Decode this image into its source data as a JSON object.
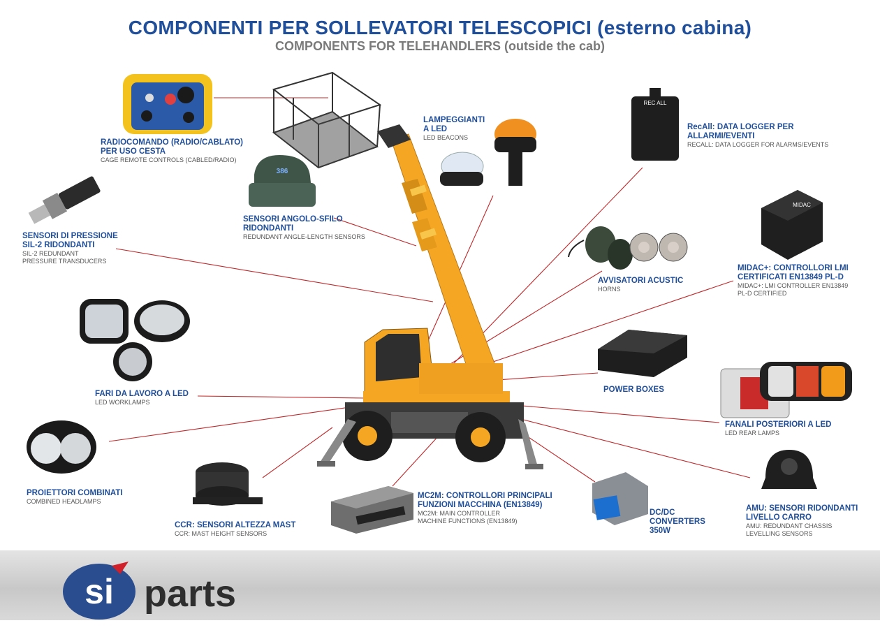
{
  "header": {
    "title_it": "COMPONENTI PER SOLLEVATORI TELESCOPICI (esterno cabina)",
    "title_en": "COMPONENTS FOR TELEHANDLERS (outside the cab)"
  },
  "labels": {
    "radio": {
      "it": [
        "RADIOCOMANDO (RADIO/CABLATO)",
        "PER USO CESTA"
      ],
      "en": [
        "CAGE REMOTE CONTROLS (CABLED/RADIO)"
      ]
    },
    "beacons": {
      "it": [
        "LAMPEGGIANTI",
        "A LED"
      ],
      "en": [
        "LED BEACONS"
      ]
    },
    "recall": {
      "it": [
        "RecAll: DATA LOGGER PER",
        "ALLARMI/EVENTI"
      ],
      "en": [
        "RecAll: DATA LOGGER FOR ALARMS/EVENTS"
      ]
    },
    "angle": {
      "it": [
        "SENSORI ANGOLO-SFILO",
        "RIDONDANTI"
      ],
      "en": [
        "REDUNDANT ANGLE-LENGTH SENSORS"
      ]
    },
    "pressure": {
      "it": [
        "SENSORI DI PRESSIONE",
        "SIL-2 RIDONDANTI"
      ],
      "en": [
        "SIL-2 REDUNDANT",
        "PRESSURE TRANSDUCERS"
      ]
    },
    "horns": {
      "it": [
        "AVVISATORI ACUSTIC"
      ],
      "en": [
        "HORNS"
      ]
    },
    "midac": {
      "it": [
        "MIDAC+: CONTROLLORI LMI",
        "CERTIFICATI EN13849 PL-D"
      ],
      "en": [
        "MIDAC+: LMI CONTROLLER EN13849",
        "PL-D CERTIFIED"
      ]
    },
    "worklamps": {
      "it": [
        "FARI DA LAVORO A LED"
      ],
      "en": [
        "LED WORKLAMPS"
      ]
    },
    "powerbox": {
      "it": [
        "POWER BOXES"
      ],
      "en": []
    },
    "rearlamps": {
      "it": [
        "FANALI POSTERIORI A LED"
      ],
      "en": [
        "LED REAR LAMPS"
      ]
    },
    "headlamps": {
      "it": [
        "PROIETTORI COMBINATI"
      ],
      "en": [
        "COMBINED HEADLAMPS"
      ]
    },
    "ccr": {
      "it": [
        "CCR: SENSORI ALTEZZA MAST"
      ],
      "en": [
        "CCR: MAST HEIGHT SENSORS"
      ]
    },
    "mc2m": {
      "it": [
        "MC2M: CONTROLLORI PRINCIPALI",
        "FUNZIONI MACCHINA (EN13849)"
      ],
      "en": [
        "MC2M: MAIN CONTROLLER",
        "MACHINE FUNCTIONS (EN13849)"
      ]
    },
    "dcdc": {
      "it": [
        "DC/DC",
        "CONVERTERS",
        "350W"
      ],
      "en": []
    },
    "amu": {
      "it": [
        "AMU: SENSORI RIDONDANTI",
        "LIVELLO CARRO"
      ],
      "en": [
        "AMU: REDUNDANT CHASSIS",
        "LEVELLING SENSORS"
      ]
    }
  },
  "device_text": {
    "angle_sensor_brand": "386",
    "recall_brand": "REC ALL",
    "midac_brand": "MIDAC"
  },
  "logo": {
    "si": "si",
    "parts": "parts"
  },
  "colors": {
    "title_blue": "#1f4e9a",
    "subtitle_grey": "#7a7a7a",
    "leader_red": "#c0282a",
    "machine_yellow": "#f5a623",
    "logo_blue": "#2a4d8f",
    "logo_red": "#d0202a"
  }
}
